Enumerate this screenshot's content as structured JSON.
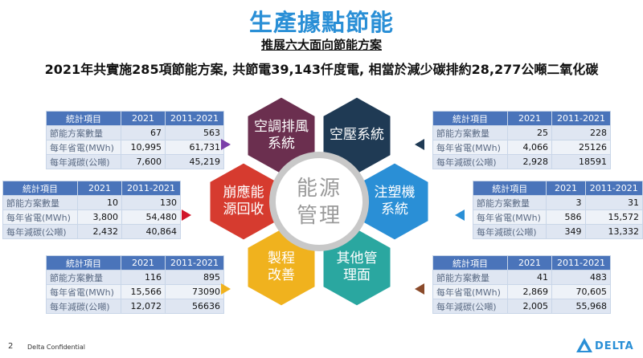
{
  "title": "生產據點節能",
  "subtitle": "推展六大面向節能方案",
  "headline": "2021年共實施285項節能方案, 共節電39,143仟度電, 相當於減少碳排約28,277公噸二氧化碳",
  "center": {
    "line1": "能源",
    "line2": "管理"
  },
  "hexagons": [
    {
      "name": "hvac",
      "line1": "空調排風",
      "line2": "系統",
      "color": "#6b2f4f"
    },
    {
      "name": "compressor",
      "line1": "空壓系統",
      "line2": "",
      "color": "#1f3a54"
    },
    {
      "name": "injection",
      "line1": "注塑機",
      "line2": "系統",
      "color": "#2a8fd6"
    },
    {
      "name": "other",
      "line1": "其他管",
      "line2": "理面",
      "color": "#2aa7a0"
    },
    {
      "name": "process",
      "line1": "製程",
      "line2": "改善",
      "color": "#f0b21e"
    },
    {
      "name": "retro",
      "line1": "崩應能",
      "line2": "源回收",
      "color": "#d63b2f"
    }
  ],
  "tables": [
    {
      "name": "hvac",
      "header": [
        "統計項目",
        "2021",
        "2011-2021"
      ],
      "rows": [
        [
          "節能方案數量",
          "67",
          "563"
        ],
        [
          "每年省電(MWh)",
          "10,995",
          "61,731"
        ],
        [
          "每年減碳(公噸)",
          "7,600",
          "45,219"
        ]
      ],
      "marker_color": "#7b3fa8"
    },
    {
      "name": "compressor",
      "header": [
        "統計項目",
        "2021",
        "2011-2021"
      ],
      "rows": [
        [
          "節能方案數量",
          "25",
          "228"
        ],
        [
          "每年省電(MWh)",
          "4,066",
          "25126"
        ],
        [
          "每年減碳(公噸)",
          "2,928",
          "18591"
        ]
      ],
      "marker_color": "#1f3a54"
    },
    {
      "name": "retro",
      "header": [
        "統計項目",
        "2021",
        "2011-2021"
      ],
      "rows": [
        [
          "節能方案數量",
          "10",
          "130"
        ],
        [
          "每年省電(MWh)",
          "3,800",
          "54,480"
        ],
        [
          "每年減碳(公噸)",
          "2,432",
          "40,864"
        ]
      ],
      "marker_color": "#d0152a"
    },
    {
      "name": "injection",
      "header": [
        "統計項目",
        "2021",
        "2011-2021"
      ],
      "rows": [
        [
          "節能方案數量",
          "3",
          "31"
        ],
        [
          "每年省電(MWh)",
          "586",
          "15,572"
        ],
        [
          "每年減碳(公噸)",
          "349",
          "13,332"
        ]
      ],
      "marker_color": "#2a8fd6"
    },
    {
      "name": "process",
      "header": [
        "統計項目",
        "2021",
        "2011-2021"
      ],
      "rows": [
        [
          "節能方案數量",
          "116",
          "895"
        ],
        [
          "每年省電(MWh)",
          "15,566",
          "73090"
        ],
        [
          "每年減碳(公噸)",
          "12,072",
          "56636"
        ]
      ],
      "marker_color": "#f0b21e"
    },
    {
      "name": "other",
      "header": [
        "統計項目",
        "2021",
        "2011-2021"
      ],
      "rows": [
        [
          "節能方案數量",
          "41",
          "483"
        ],
        [
          "每年省電(MWh)",
          "2,869",
          "70,605"
        ],
        [
          "每年減碳(公噸)",
          "2,005",
          "55,968"
        ]
      ],
      "marker_color": "#8a4a2a"
    }
  ],
  "footer": {
    "page": "2",
    "confidential": "Delta Confidential",
    "logo_text": "DELTA",
    "logo_icon": "delta-triangle-icon"
  }
}
